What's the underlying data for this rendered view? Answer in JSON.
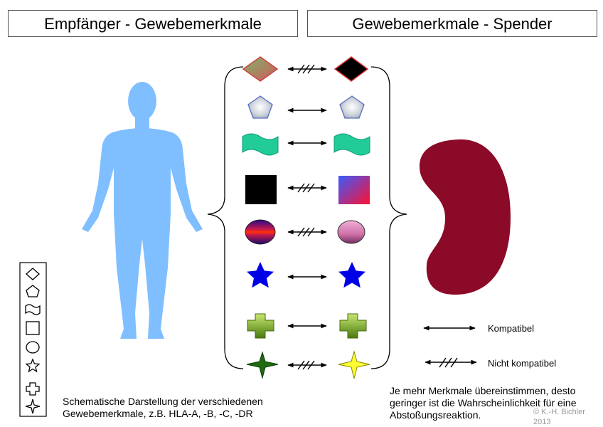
{
  "header": {
    "recipient": "Empfänger - Gewebemerkmale",
    "donor": "Gewebemerkmale - Spender"
  },
  "pairs": [
    {
      "shape": "diamond",
      "compatible": false
    },
    {
      "shape": "pentagon",
      "compatible": true
    },
    {
      "shape": "wave-flag",
      "compatible": true
    },
    {
      "shape": "square",
      "compatible": false
    },
    {
      "shape": "circle",
      "compatible": false
    },
    {
      "shape": "star",
      "compatible": true
    },
    {
      "shape": "cross",
      "compatible": true
    },
    {
      "shape": "four-point-star",
      "compatible": false
    }
  ],
  "legend_box_shapes": [
    "diamond",
    "pentagon",
    "wave-flag",
    "square",
    "circle",
    "star",
    "cross",
    "four-point-star"
  ],
  "legend": {
    "compatible": "Kompatibel",
    "incompatible": "Nicht kompatibel"
  },
  "notes": {
    "schematic_line1": "Schematische Darstellung der verschiedenen",
    "schematic_line2": "Gewebemerkmale, z.B. HLA-A, -B, -C, -DR",
    "probability_line1": "Je mehr Merkmale übereinstimmen, desto",
    "probability_line2": "geringer ist die Wahrscheinlichkeit für eine",
    "probability_line3": "Abstoßungsreaktion."
  },
  "copyright": {
    "line1": "© K.-H. Bichler",
    "line2": "2013"
  },
  "colors": {
    "body": "#80bfff",
    "kidney": "#8b0a27",
    "star": "#0000e6",
    "wave": "#22cc99",
    "cross": "#7fb21f"
  }
}
